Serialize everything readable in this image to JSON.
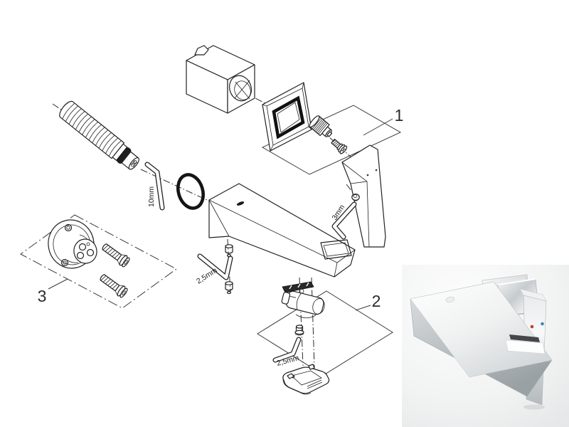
{
  "diagram": {
    "part_labels": [
      {
        "label": "1"
      },
      {
        "label": "2"
      },
      {
        "label": "3"
      }
    ],
    "tool_labels": {
      "hose_key": "10mm",
      "handle_key": "3mm",
      "spout_key": "2,5mm",
      "aerator_key": "2,5mm"
    },
    "colors": {
      "line": "#222222",
      "hot_indicator": "#c63b30",
      "cold_indicator": "#4283c4",
      "photo_background": "#ededee"
    }
  }
}
